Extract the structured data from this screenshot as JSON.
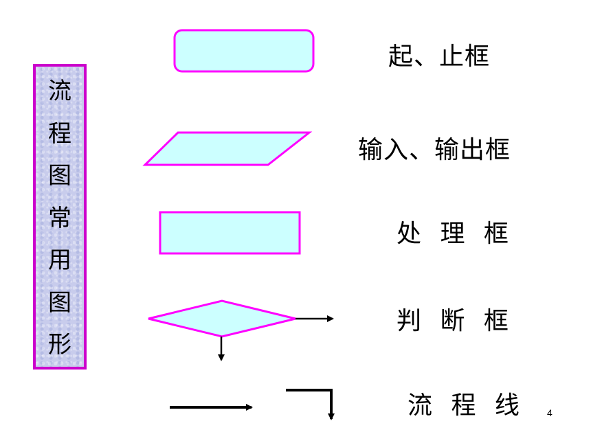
{
  "title_chars": [
    "流",
    "程",
    "图",
    "常",
    "用",
    "图",
    "形"
  ],
  "shapes": {
    "terminal_label": "起、止框",
    "io_label": "输入、输出框",
    "process_label": "处 理 框",
    "decision_label": "判 断 框",
    "flowline_label": "流 程 线"
  },
  "page_number": "4",
  "colors": {
    "shape_fill": "#ccffff",
    "shape_stroke": "#ff00ff",
    "title_border": "#cc00cc",
    "arrow": "#000000"
  }
}
